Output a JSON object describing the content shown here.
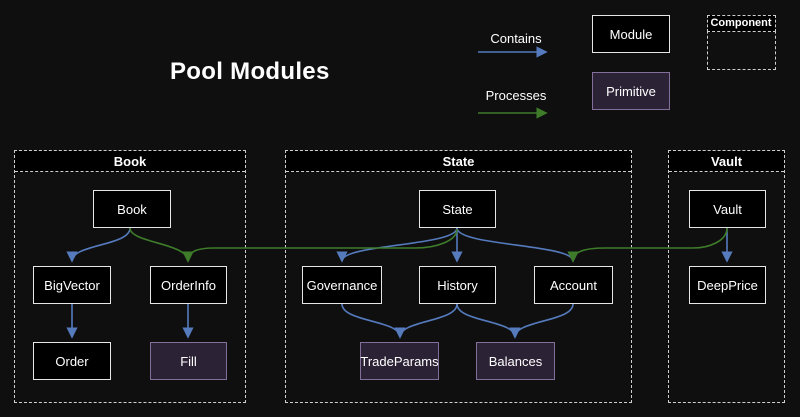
{
  "title": "Pool Modules",
  "legend": {
    "contains_label": "Contains",
    "processes_label": "Processes",
    "module_label": "Module",
    "primitive_label": "Primitive",
    "component_label": "Component"
  },
  "containers": {
    "book": {
      "title": "Book"
    },
    "state": {
      "title": "State"
    },
    "vault": {
      "title": "Vault"
    }
  },
  "nodes": {
    "book": "Book",
    "bigvector": "BigVector",
    "orderinfo": "OrderInfo",
    "order": "Order",
    "fill": "Fill",
    "state": "State",
    "governance": "Governance",
    "history": "History",
    "account": "Account",
    "tradeparams": "TradeParams",
    "balances": "Balances",
    "vault": "Vault",
    "deepprice": "DeepPrice"
  },
  "edges": {
    "contains": [
      [
        "Book",
        "BigVector"
      ],
      [
        "BigVector",
        "Order"
      ],
      [
        "OrderInfo",
        "Fill"
      ],
      [
        "State",
        "Governance"
      ],
      [
        "State",
        "History"
      ],
      [
        "State",
        "Account"
      ],
      [
        "Governance",
        "TradeParams"
      ],
      [
        "History",
        "TradeParams"
      ],
      [
        "History",
        "Balances"
      ],
      [
        "Account",
        "Balances"
      ],
      [
        "Vault",
        "DeepPrice"
      ]
    ],
    "processes": [
      [
        "Book",
        "OrderInfo"
      ],
      [
        "State",
        "OrderInfo"
      ],
      [
        "Vault",
        "Account"
      ]
    ]
  },
  "node_types": {
    "module": [
      "Book",
      "BigVector",
      "OrderInfo",
      "Order",
      "State",
      "Governance",
      "History",
      "Account",
      "Vault",
      "DeepPrice"
    ],
    "primitive": [
      "Fill",
      "TradeParams",
      "Balances"
    ]
  },
  "colors": {
    "background": "#0f0f10",
    "module_fill": "#000000",
    "module_border": "#e6e6e6",
    "primitive_fill": "#2b2235",
    "primitive_border": "#82709a",
    "contains_arrow": "#557bbd",
    "processes_arrow": "#3e7c2a",
    "container_border": "#cfcfcf",
    "text_color": "#ffffff"
  }
}
